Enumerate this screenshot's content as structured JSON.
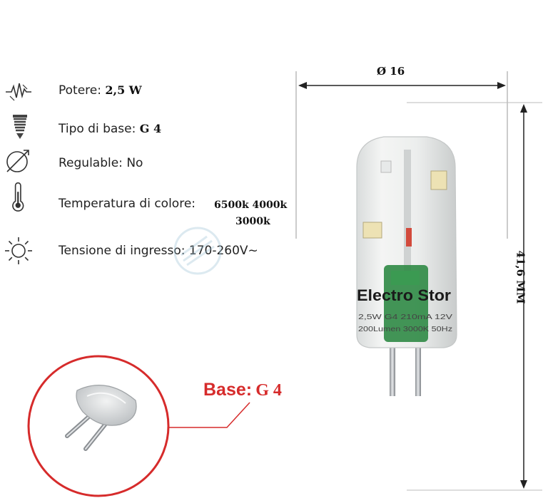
{
  "specs": {
    "power": {
      "label": "Potere:",
      "value": "2,5 W",
      "icon": "power-wave-icon"
    },
    "base_type": {
      "label": "Tipo di base:",
      "value": "G 4",
      "icon": "bulb-base-icon"
    },
    "dimmable": {
      "label": "Regulable: No",
      "icon": "dimmer-dial-icon"
    },
    "color_temperature": {
      "label": "Temperatura di colore:",
      "values_line1": "6500k 4000k",
      "values_line2": "3000k",
      "icon": "thermometer-icon"
    },
    "input_voltage": {
      "label": "Tensione di ingresso: 170-260V~",
      "icon": "sun-icon"
    }
  },
  "dimensions": {
    "diameter": "Ø 16",
    "height": "41,6 MM"
  },
  "bulb_print": {
    "brand": "Electro Stor",
    "line1": "2,5W G4 210mA 12V",
    "line2": "200Lumen 3000K 50Hz"
  },
  "base_callout": {
    "label": "Base:",
    "value": "G 4"
  },
  "colors": {
    "accent_red": "#d62b2b",
    "pcb_green": "#2f8a45"
  }
}
